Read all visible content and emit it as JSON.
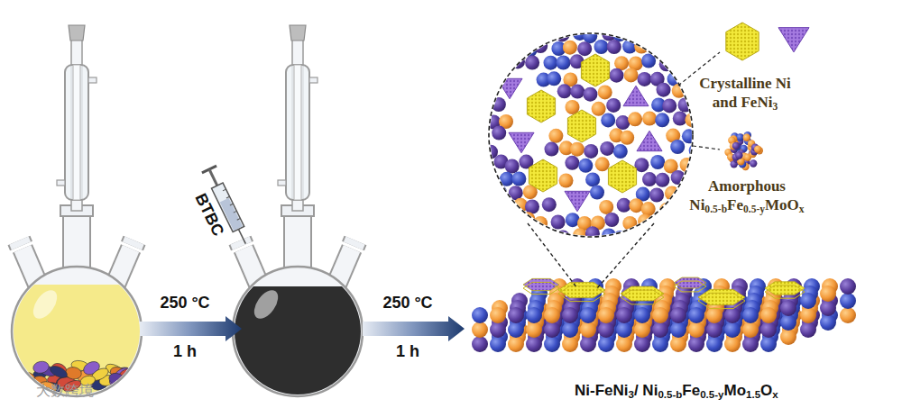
{
  "diagram": {
    "nodes": [
      {
        "text": [
          "Ni-FeNi3/ Ni0.5-bFe0.5-yMo1.5Ox"
        ]
      }
    ],
    "labels": [
      "BTBC",
      "250 °C",
      "1 h",
      "250 °C",
      "1 h",
      "大数跨境"
    ],
    "legend": [
      {
        "text": "Crystalline Ni and FeNi3"
      },
      {
        "text": "Amorphous Ni0.5-bFe0.5-yMoOx"
      }
    ]
  }
}
